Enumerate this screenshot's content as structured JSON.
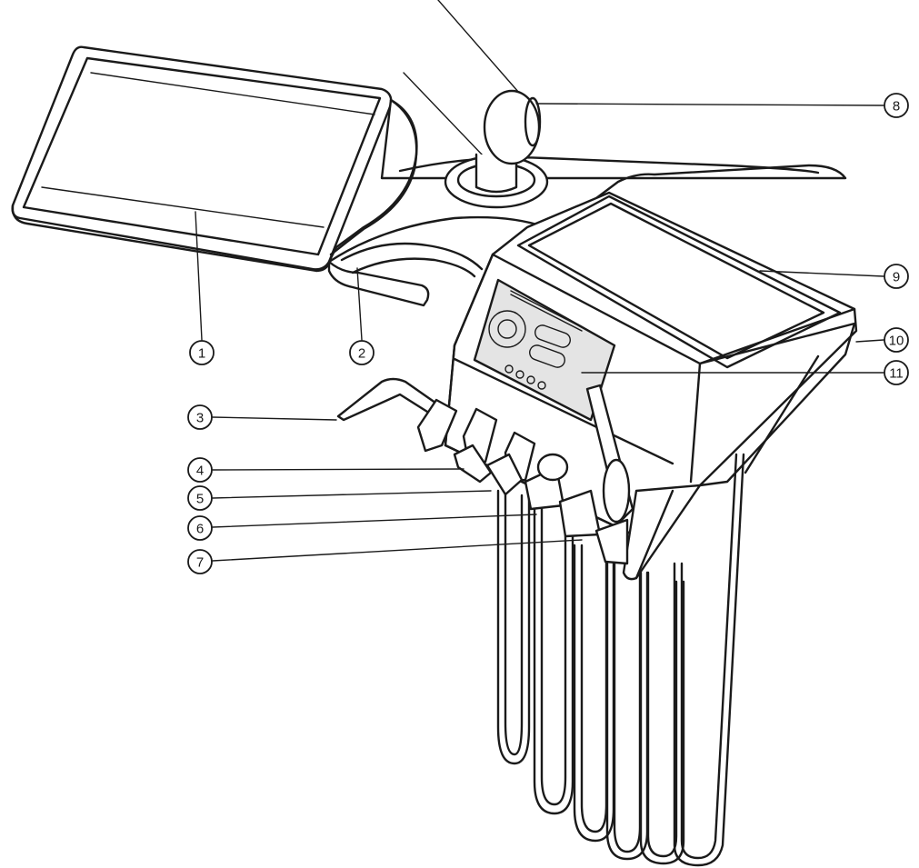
{
  "callouts": [
    {
      "id": "1",
      "label": "1"
    },
    {
      "id": "2",
      "label": "2"
    },
    {
      "id": "3",
      "label": "3"
    },
    {
      "id": "4",
      "label": "4"
    },
    {
      "id": "5",
      "label": "5"
    },
    {
      "id": "6",
      "label": "6"
    },
    {
      "id": "7",
      "label": "7"
    },
    {
      "id": "8",
      "label": "8"
    },
    {
      "id": "9",
      "label": "9"
    },
    {
      "id": "10",
      "label": "10"
    },
    {
      "id": "11",
      "label": "11"
    }
  ],
  "icons": [
    "tray-icon",
    "handle-icon",
    "instrument-holder-icon",
    "lamp-icon",
    "touch-screen-icon",
    "hose-icon"
  ],
  "colors": {
    "line": "#1a1a1a",
    "background": "#ffffff",
    "screen": "#e4e4e4"
  }
}
